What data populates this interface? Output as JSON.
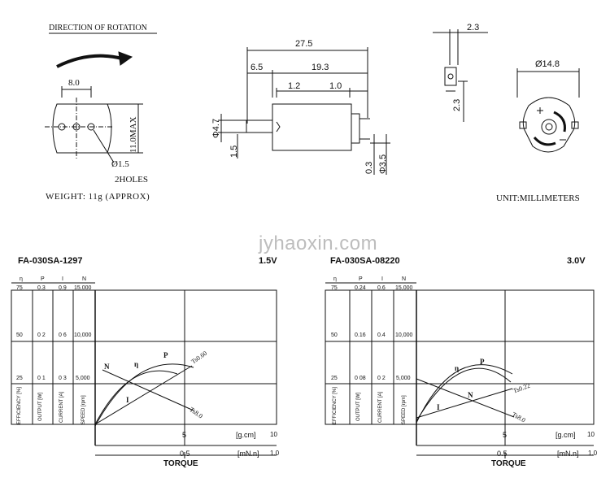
{
  "drawing": {
    "direction_label": "DIRECTION OF ROTATION",
    "dim_8": "8.0",
    "dim_11max": "11.0MAX",
    "dim_hole": "Ø1.5",
    "holes": "2HOLES",
    "weight": "WEIGHT: 11g (APPROX)",
    "dim_27_5": "27.5",
    "dim_6_5": "6.5",
    "dim_19_3": "19.3",
    "dim_1_2": "1.2",
    "dim_1_0": "1.0",
    "dim_phi4_7": "Φ4.7",
    "dim_1_5": "1.5",
    "dim_0_3": "0.3",
    "dim_phi3_5": "Φ3.5",
    "dim_2_3_top": "2.3",
    "dim_2_3_side": "2.3",
    "dim_phi14_8": "Ø14.8",
    "unit": "UNIT:MILLIMETERS",
    "watermark": "jyhaoxin.com"
  },
  "charts": [
    {
      "model": "FA-030SA-1297",
      "voltage": "1.5V",
      "header": [
        "η",
        "P",
        "I",
        "N"
      ],
      "scale_top": [
        "75",
        "0.3",
        "0.9",
        "15,000"
      ],
      "scale_mid": [
        "50",
        "0 2",
        "0 6",
        "10,000"
      ],
      "scale_low": [
        "25",
        "0 1",
        "0 3",
        "5,000"
      ],
      "axis_names": [
        "EFFICIENCY [%]",
        "OUTPUT [W]",
        "CURRENT [A]",
        "SPEED [rpm]"
      ],
      "curve_labels": [
        "N",
        "η",
        "P",
        "I",
        "Ts0.60",
        "Ts8.0"
      ],
      "x_tick_gcm": "5",
      "x_max_gcm": "10",
      "x_unit_gcm": "[g.cm]",
      "x_tick_mnm": "0.5",
      "x_max_mnm": "1.0",
      "x_unit_mnm": "[mN.n]",
      "torque": "TORQUE"
    },
    {
      "model": "FA-030SA-08220",
      "voltage": "3.0V",
      "header": [
        "η",
        "P",
        "I",
        "N"
      ],
      "scale_top": [
        "75",
        "0.24",
        "0.6",
        "15,000"
      ],
      "scale_mid": [
        "50",
        "0.16",
        "0.4",
        "10,000"
      ],
      "scale_low": [
        "25",
        "0 08",
        "0 2",
        "5,000"
      ],
      "axis_names": [
        "EFFICIENCY [%]",
        "OUTPUT [W]",
        "CURRENT [A]",
        "SPEED [rpm]"
      ],
      "curve_labels": [
        "η",
        "P",
        "N",
        "I",
        "Ts0.22",
        "Ts8.0"
      ],
      "x_tick_gcm": "5",
      "x_max_gcm": "10",
      "x_unit_gcm": "[g.cm]",
      "x_tick_mnm": "0.5",
      "x_max_mnm": "1.0",
      "x_unit_mnm": "[mN.n]",
      "torque": "TORQUE"
    }
  ]
}
